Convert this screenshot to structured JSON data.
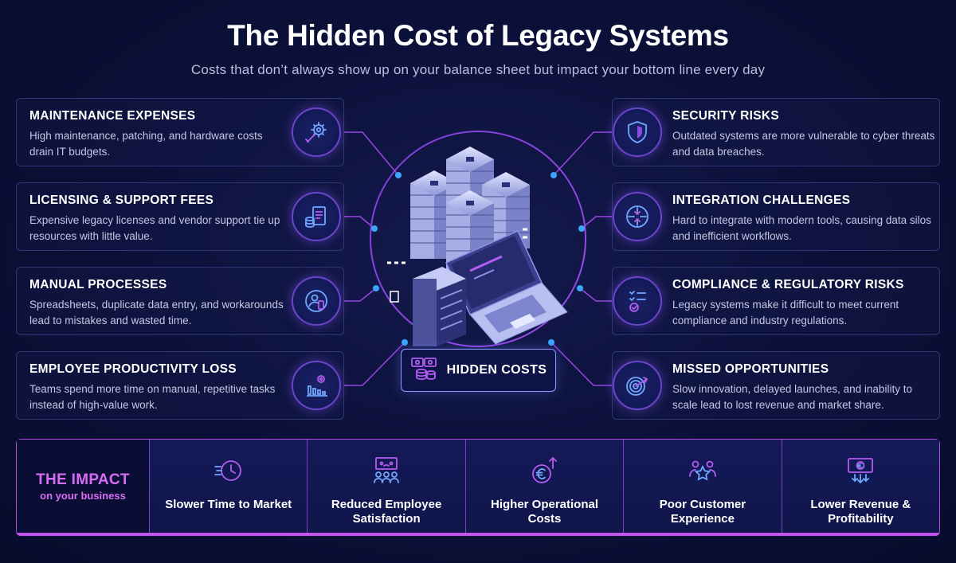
{
  "header": {
    "title": "The Hidden Cost of Legacy Systems",
    "subtitle": "Costs that don’t always show up on your balance sheet but impact your bottom line every day"
  },
  "left_cards": [
    {
      "title": "MAINTENANCE EXPENSES",
      "text": "High maintenance, patching, and hardware costs drain IT budgets.",
      "icon": "wrench-gear-icon"
    },
    {
      "title": "LICENSING & SUPPORT FEES",
      "text": "Expensive legacy licenses and vendor support tie up resources with little value.",
      "icon": "document-coins-icon"
    },
    {
      "title": "MANUAL PROCESSES",
      "text": "Spreadsheets, duplicate data entry, and workarounds lead to mistakes and wasted time.",
      "icon": "user-phone-icon"
    },
    {
      "title": "EMPLOYEE PRODUCTIVITY LOSS",
      "text": "Teams spend more time on manual, repetitive tasks instead of high-value work.",
      "icon": "bar-chart-gear-icon"
    }
  ],
  "right_cards": [
    {
      "title": "SECURITY RISKS",
      "text": "Outdated systems are more vulnerable to cyber threats and data breaches.",
      "icon": "shield-icon"
    },
    {
      "title": "INTEGRATION CHALLENGES",
      "text": "Hard to integrate with modern tools, causing data silos and inefficient workflows.",
      "icon": "arrows-in-icon"
    },
    {
      "title": "COMPLIANCE & REGULATORY RISKS",
      "text": "Legacy systems make it difficult to meet current compliance and industry regulations.",
      "icon": "checklist-icon"
    },
    {
      "title": "MISSED OPPORTUNITIES",
      "text": "Slow innovation, delayed launches, and inability to scale lead to lost revenue and market share.",
      "icon": "target-icon"
    }
  ],
  "center": {
    "label": "HIDDEN COSTS",
    "icon": "money-stack-icon"
  },
  "impact": {
    "heading": "THE IMPACT",
    "subheading": "on your business",
    "items": [
      {
        "label": "Slower Time to Market",
        "icon": "clock-speed-icon"
      },
      {
        "label": "Reduced Employee Satisfaction",
        "icon": "team-presentation-icon"
      },
      {
        "label": "Higher Operational Costs",
        "icon": "euro-coin-up-icon"
      },
      {
        "label": "Poor Customer Experience",
        "icon": "customers-star-icon"
      },
      {
        "label": "Lower Revenue & Profitability",
        "icon": "banknote-down-icon"
      }
    ]
  },
  "colors": {
    "background": "#0a0f35",
    "accent_purple": "#b04ce0",
    "accent_blue": "#3aa6ff",
    "impact_heading": "#d86cf5"
  }
}
